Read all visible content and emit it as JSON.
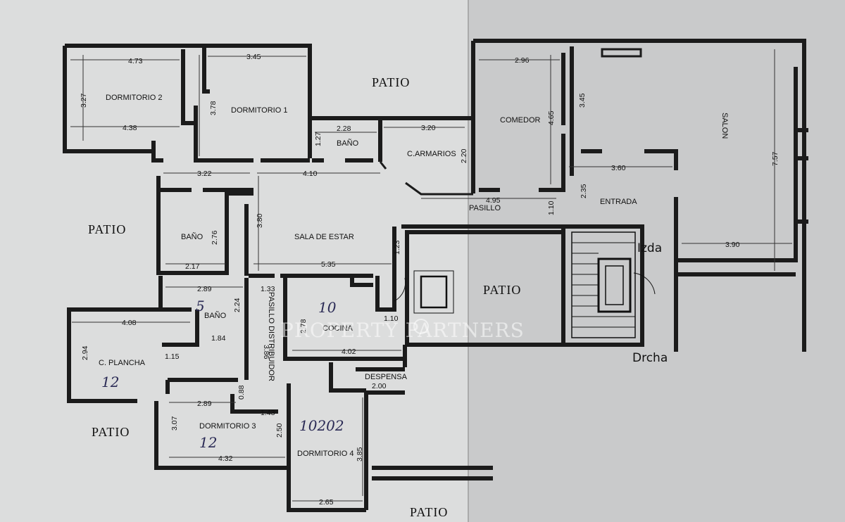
{
  "patio_labels": [
    "PATIO",
    "PATIO",
    "PATIO",
    "PATIO",
    "PATIO"
  ],
  "rooms": {
    "dormitorio_2": "DORMITORIO 2",
    "dormitorio_1": "DORMITORIO 1",
    "bano_1": "BAÑO",
    "c_armarios": "C.ARMARIOS",
    "comedor": "COMEDOR",
    "salon": "SALON",
    "pasillo": "PASILLO",
    "entrada": "ENTRADA",
    "bano_2": "BAÑO",
    "sala_de_estar": "SALA DE ESTAR",
    "bano_3": "BAÑO",
    "cocina": "COCINA",
    "pasillo_distribuidor": "PASILLO DISTRIBUIDOR",
    "c_plancha": "C. PLANCHA",
    "despensa": "DESPENSA",
    "dormitorio_3": "DORMITORIO 3",
    "dormitorio_4": "DORMITORIO 4"
  },
  "dimensions": {
    "d_4_73": "4.73",
    "d_3_27": "3.27",
    "d_4_38": "4.38",
    "d_3_45a": "3.45",
    "d_3_78": "3.78",
    "d_2_28": "2.28",
    "d_1_27": "1.27",
    "d_3_20": "3.20",
    "d_2_20": "2.20",
    "d_2_96": "2.96",
    "d_4_65": "4.65",
    "d_3_45b": "3.45",
    "d_7_57": "7.57",
    "d_3_22": "3.22",
    "d_4_10": "4.10",
    "d_4_95": "4.95",
    "d_1_10a": "1.10",
    "d_2_35": "2.35",
    "d_3_60": "3.60",
    "d_2_76": "2.76",
    "d_3_80": "3.80",
    "d_2_17": "2.17",
    "d_5_35": "5.35",
    "d_1_23": "1.23",
    "d_3_90": "3.90",
    "d_2_89a": "2.89",
    "d_1_33": "1.33",
    "d_2_24": "2.24",
    "d_1_84": "1.84",
    "d_2_78": "2.78",
    "d_1_10b": "1.10",
    "d_3_86": "3.86",
    "d_4_08": "4.08",
    "d_2_94": "2.94",
    "d_1_15": "1.15",
    "d_4_02": "4.02",
    "d_2_00": "2.00",
    "d_0_88": "0.88",
    "d_2_89b": "2.89",
    "d_1_43": "1.43",
    "d_3_07": "3.07",
    "d_2_50": "2.50",
    "d_4_32": "4.32",
    "d_3_85": "3.85",
    "d_2_65": "2.65"
  },
  "annotations": {
    "izda": "Izda",
    "drcha": "Drcha",
    "hw_5": "5",
    "hw_10": "10",
    "hw_12a": "12",
    "hw_12b": "12",
    "hw_10202": "10202"
  },
  "watermark": "PROPERTY PARTNERS",
  "colors": {
    "paper": "#dcdddd",
    "wall": "#1b1b1b",
    "ink": "#111111"
  }
}
